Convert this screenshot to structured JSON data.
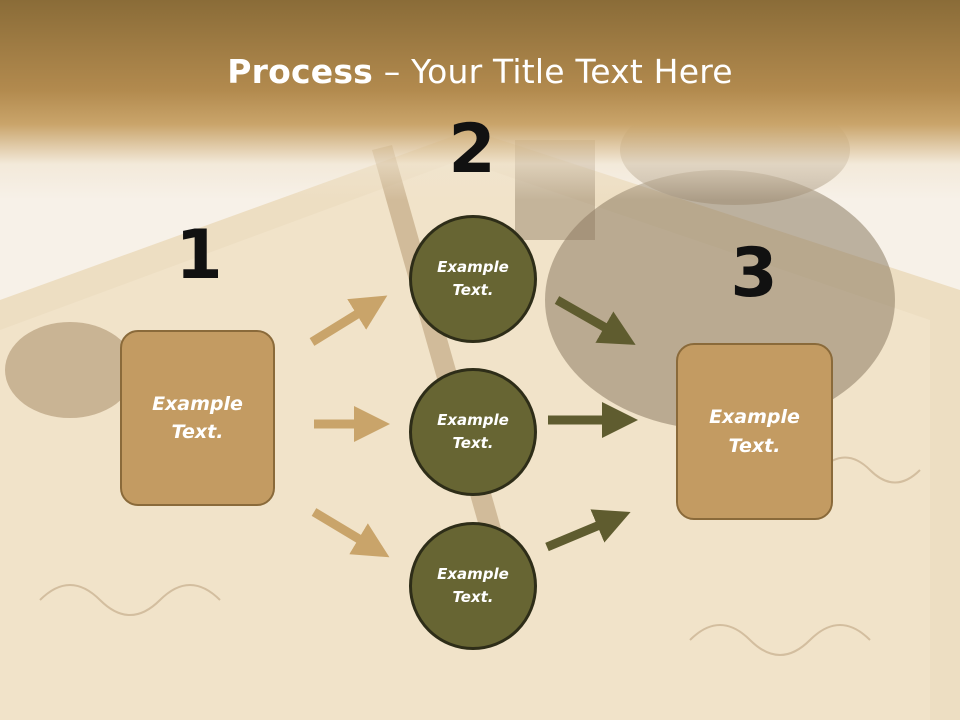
{
  "title": {
    "bold": "Process",
    "rest": " – Your Title Text Here"
  },
  "steps": [
    {
      "number": "1",
      "label": "Example\nText."
    },
    {
      "number": "2",
      "items": [
        "Example\nText.",
        "Example\nText.",
        "Example\nText."
      ]
    },
    {
      "number": "3",
      "label": "Example\nText."
    }
  ],
  "colors": {
    "box": "#c39b62",
    "circle": "#676533",
    "arrow_light": "#c9a46a",
    "arrow_dark": "#5f5c2f"
  }
}
